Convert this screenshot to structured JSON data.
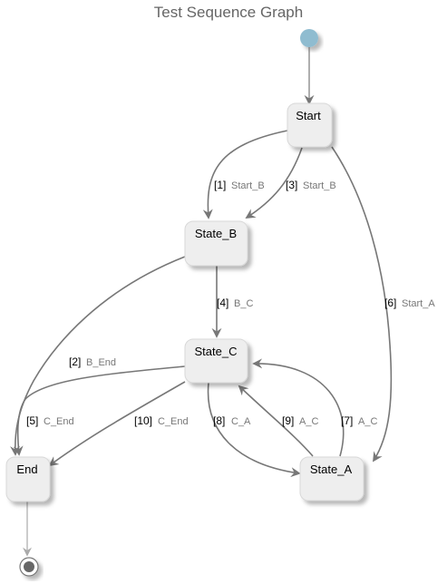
{
  "diagram": {
    "title": "Test Sequence Graph",
    "states": [
      {
        "id": "Start",
        "label": "Start"
      },
      {
        "id": "State_B",
        "label": "State_B"
      },
      {
        "id": "State_C",
        "label": "State_C"
      },
      {
        "id": "End",
        "label": "End"
      },
      {
        "id": "State_A",
        "label": "State_A"
      }
    ],
    "transitions": [
      {
        "num": "[1]",
        "name": "Start_B",
        "from": "Start",
        "to": "State_B"
      },
      {
        "num": "[3]",
        "name": "Start_B",
        "from": "Start",
        "to": "State_B"
      },
      {
        "num": "[6]",
        "name": "Start_A",
        "from": "Start",
        "to": "State_A"
      },
      {
        "num": "[4]",
        "name": "B_C",
        "from": "State_B",
        "to": "State_C"
      },
      {
        "num": "[2]",
        "name": "B_End",
        "from": "State_B",
        "to": "End"
      },
      {
        "num": "[5]",
        "name": "C_End",
        "from": "State_C",
        "to": "End"
      },
      {
        "num": "[10]",
        "name": "C_End",
        "from": "State_C",
        "to": "End"
      },
      {
        "num": "[8]",
        "name": "C_A",
        "from": "State_C",
        "to": "State_A"
      },
      {
        "num": "[9]",
        "name": "A_C",
        "from": "State_A",
        "to": "State_C"
      },
      {
        "num": "[7]",
        "name": "A_C",
        "from": "State_A",
        "to": "State_C"
      }
    ],
    "colors": {
      "state_fill": "#eeeeee",
      "state_border": "#d8d8d8",
      "edge": "#777777",
      "initial_node": "#8fbcd0",
      "final_node": "#666666"
    }
  }
}
